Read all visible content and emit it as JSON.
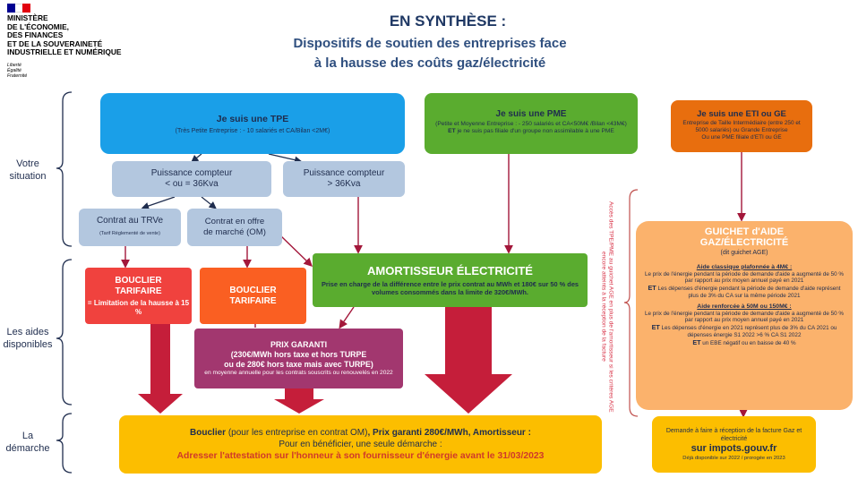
{
  "header": {
    "ministry_lines": [
      "MINISTÈRE",
      "DE L'ÉCONOMIE,",
      "DES FINANCES",
      "ET DE LA SOUVERAINETÉ",
      "INDUSTRIELLE ET NUMÉRIQUE"
    ],
    "motto_lines": [
      "Liberté",
      "Égalité",
      "Fraternité"
    ],
    "title": "EN SYNTHÈSE :",
    "subtitle_line1": "Dispositifs de soutien des entreprises face",
    "subtitle_line2": "à la hausse des coûts gaz/électricité",
    "flag_colors": [
      "#000091",
      "#ffffff",
      "#e1000f"
    ]
  },
  "side_labels": {
    "situation_line1": "Votre",
    "situation_line2": "situation",
    "aides_line1": "Les aides",
    "aides_line2": "disponibles",
    "demarche_line1": "La",
    "demarche_line2": "démarche"
  },
  "tpe": {
    "title": "Je suis une TPE",
    "desc": "(Très Petite Entreprise : - 10 salariés et CA/Bilan <2M€)"
  },
  "pme": {
    "title": "Je suis une PME",
    "desc": "(Petite et Moyenne Entreprise : - 250 salariés et CA<50M€ /Bilan <43M€)",
    "et": "ET",
    "note": "je ne suis pas filiale d'un groupe non assimilable à une PME"
  },
  "eti": {
    "title": "Je suis une ETI ou GE",
    "desc": "Entreprise de Taille Intermédiaire (entre 250 et 5000 salariés) ou Grande Entreprise",
    "note": "Ou une PME filiale d'ETI ou GE"
  },
  "compteur_low": {
    "line1": "Puissance compteur",
    "line2": "< ou = 36Kva"
  },
  "compteur_high": {
    "line1": "Puissance compteur",
    "line2": "> 36Kva"
  },
  "trve": {
    "label": "Contrat au TRVe",
    "sub": "(Tarif Réglementé de vente)"
  },
  "offre": {
    "line1": "Contrat en offre",
    "line2": "de marché (OM)"
  },
  "bouclier1": {
    "line1": "BOUCLIER",
    "line2": "TARIFAIRE",
    "note": "= Limitation de la hausse à 15 %"
  },
  "bouclier2": {
    "line1": "BOUCLIER",
    "line2": "TARIFAIRE"
  },
  "amortisseur": {
    "title": "AMORTISSEUR ÉLECTRICITÉ",
    "desc": "Prise en charge de la différence entre le prix contrat au MWh et 180€ sur 50 % des volumes consommés dans la limite de 320€/MWh."
  },
  "prix_garanti": {
    "title": "PRIX GARANTI",
    "line1": "(230€/MWh hors taxe et hors TURPE",
    "line2": "ou de 280€ hors taxe mais avec TURPE)",
    "note": "en moyenne annuelle pour les contrats souscrits ou renouvelés en 2022"
  },
  "guichet": {
    "title_line1": "GUICHET d'AIDE",
    "title_line2": "GAZ/ÉLECTRICITÉ",
    "sub": "(dit guichet AGE)",
    "aide1_title": "Aide classique plafonnée à 4M€ :",
    "aide1_text": "Le prix de l'énergie pendant la période de demande d'aide a augmenté de 50 % par rapport au prix moyen annuel payé en 2021",
    "aide1_et": "ET",
    "aide1_cond": "Les dépenses d'énergie pendant la période de demande d'aide représent plus de 3% du CA sur la même période 2021",
    "aide2_title": "Aide renforcée à 50M ou 150M€ :",
    "aide2_text": "Le prix de l'énergie pendant la période de demande d'aide a augmenté de 50 % par rapport au prix moyen annuel payé en 2021",
    "aide2_et": "ET",
    "aide2_cond": "Les dépenses d'énergie en 2021 représent plus de 3% du CA 2021 ou dépenses énergie S1 2022 >6 % CA S1 2022",
    "aide2_et2": "ET",
    "aide2_cond2": "un EBE négatif ou en baisse de 40 %"
  },
  "vertical_note": "Accès des TPE/PME au guichet AGE en plus de l'amortisseur si les critères AGE encore atteints à la réception de la facture",
  "demarche_main": {
    "line1_bold": "Bouclier",
    "line1_a": "(pour les entreprise en contrat OM)",
    "line1_b": ", Prix garanti 280€/MWh, Amortisseur :",
    "line2": "Pour en bénéficier, une seule démarche :",
    "line3": "Adresser l'attestation sur l'honneur à son fournisseur d'énergie avant le 31/03/2023"
  },
  "demarche_age": {
    "line1": "Demande à faire à réception de la facture Gaz et électricité",
    "line2_prefix": "sur",
    "link": "impots.gouv.fr",
    "line3": "Déjà disponible sur 2022 / prorogée en 2023"
  }
}
